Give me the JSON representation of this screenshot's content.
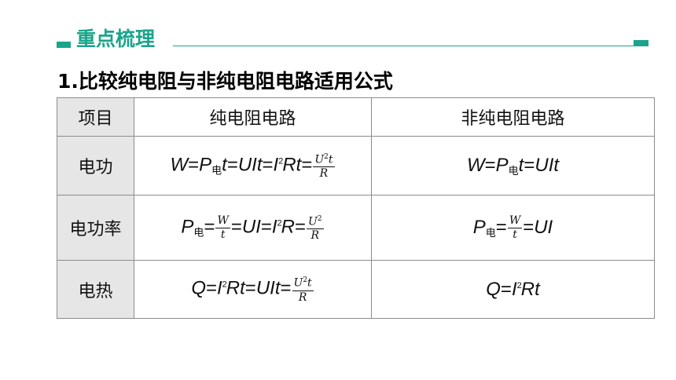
{
  "header": {
    "title": "重点梳理"
  },
  "section": {
    "title": "1.比较纯电阻与非纯电阻电路适用公式"
  },
  "table": {
    "col_item": "项目",
    "col_pure": "纯电阻电路",
    "col_nonpure": "非纯电阻电路",
    "row_work": "电功",
    "row_power": "电功率",
    "row_heat": "电热",
    "sub_dian": "电",
    "frac_u2t": {
      "num": "U",
      "exp": "2",
      "t": "t",
      "den": "R"
    },
    "frac_u2": {
      "num": "U",
      "exp": "2",
      "den": "R"
    },
    "frac_wt": {
      "num": "W",
      "den": "t"
    }
  },
  "colors": {
    "accent": "#1aa58a",
    "label_bg": "#e6e6e6",
    "border": "#8c8c8c"
  }
}
